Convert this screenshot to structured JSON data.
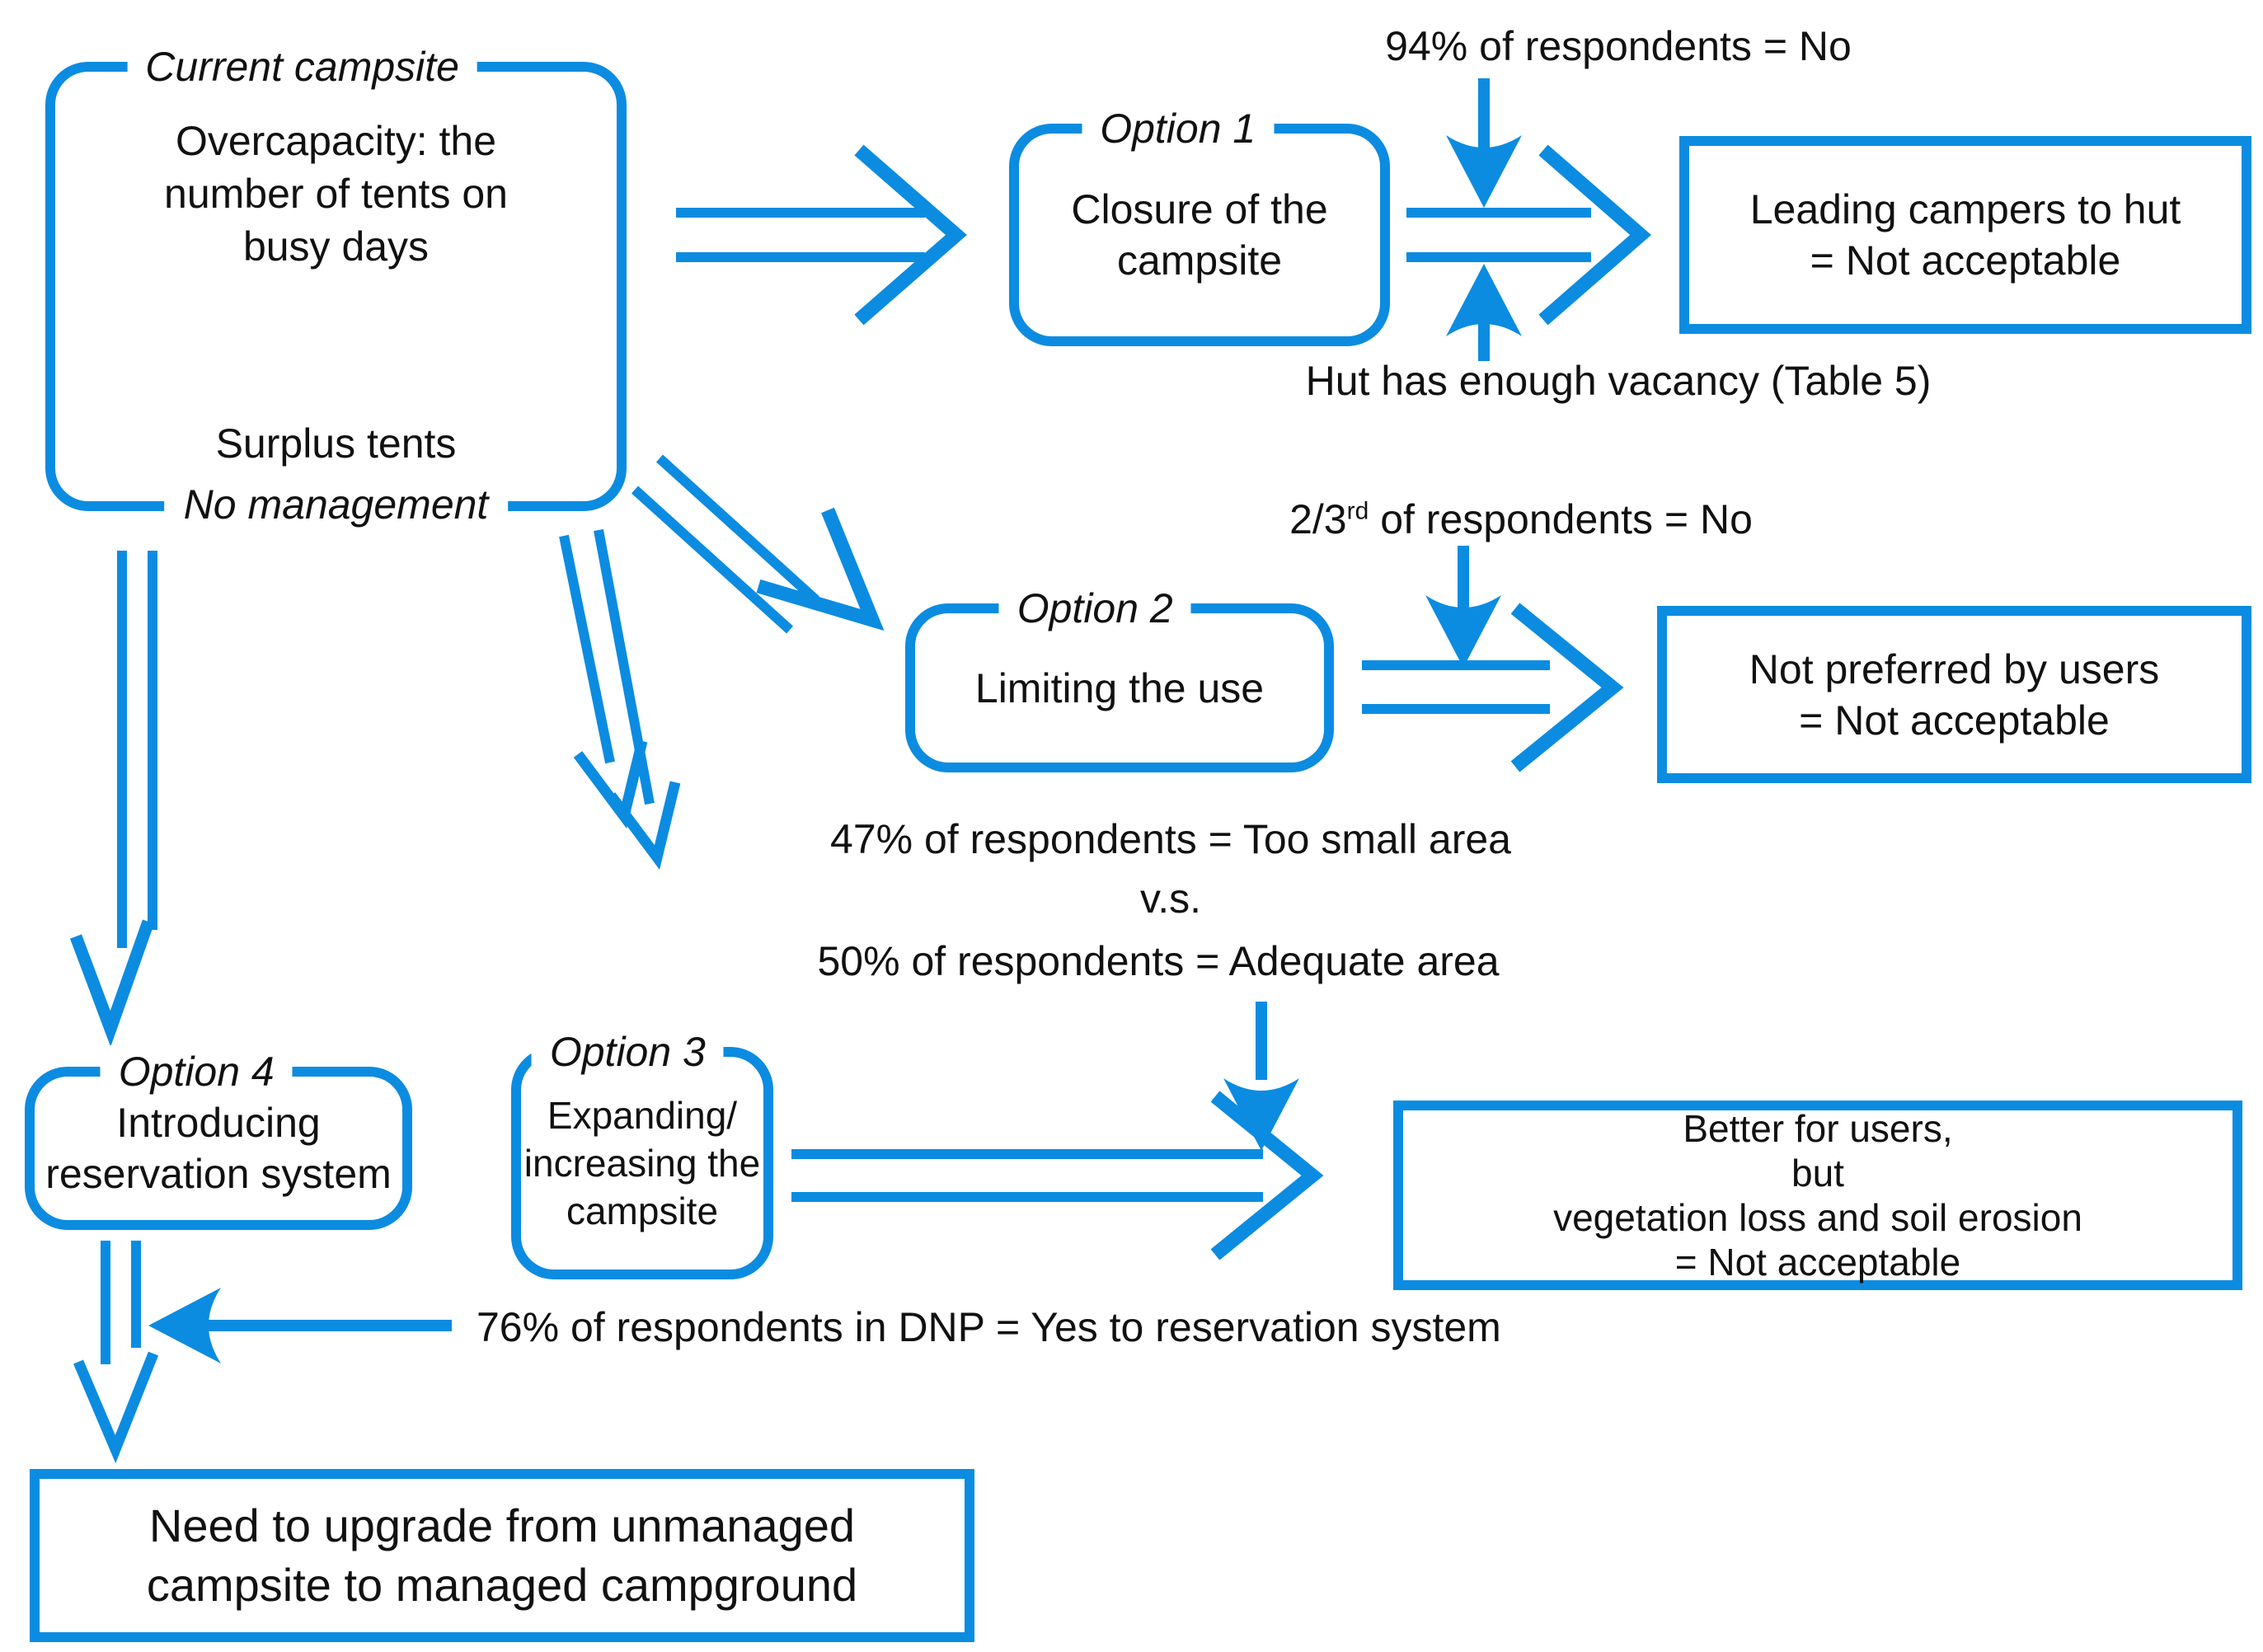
{
  "colors": {
    "accent": "#0b8ce1",
    "text": "#111111",
    "background": "#ffffff"
  },
  "nodes": {
    "current": {
      "title": "Current campsite",
      "line1": "Overcapacity: the",
      "line2": "number of tents on",
      "line3": "busy days",
      "surplus": "Surplus tents",
      "footer": "No management"
    },
    "option1": {
      "title": "Option 1",
      "line1": "Closure of the",
      "line2": "campsite"
    },
    "option2": {
      "title": "Option 2",
      "line1": "Limiting the use"
    },
    "option3": {
      "title": "Option 3",
      "line1": "Expanding/",
      "line2": "increasing the",
      "line3": "campsite"
    },
    "option4": {
      "title": "Option 4",
      "line1": "Introducing",
      "line2": "reservation system"
    },
    "leading": {
      "line1": "Leading campers to hut",
      "line2": "= Not acceptable"
    },
    "not_preferred": {
      "line1": "Not preferred by users",
      "line2": "= Not acceptable"
    },
    "better": {
      "line1": "Better for users,",
      "line2": "but",
      "line3": "vegetation loss and soil erosion",
      "line4": "= Not acceptable"
    },
    "upgrade": {
      "line1": "Need to upgrade from unmanaged",
      "line2": "campsite to managed campground"
    }
  },
  "annotations": {
    "no94": "94% of respondents = No",
    "hut": "Hut has enough vacancy (Table 5)",
    "no23_prefix": "2/3",
    "no23_sup": "rd",
    "no23_suffix": " of respondents = No",
    "too_small": "47% of respondents = Too small area",
    "vs": "v.s.",
    "adequate": "50% of respondents = Adequate area",
    "dnp": "76% of respondents in DNP = Yes to reservation system"
  }
}
